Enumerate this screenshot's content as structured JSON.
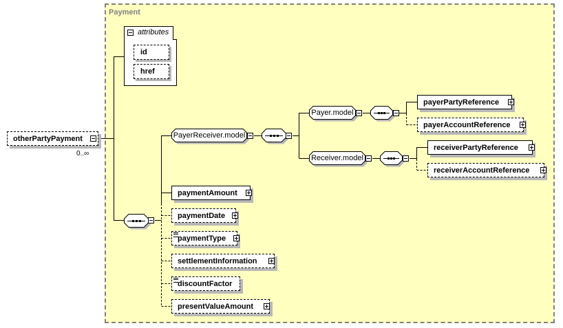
{
  "group": {
    "title": "Payment"
  },
  "attributes": {
    "label": "attributes",
    "items": [
      {
        "name": "id"
      },
      {
        "name": "href"
      }
    ]
  },
  "root": {
    "name": "otherPartyPayment",
    "occurrence": "0..∞"
  },
  "models": {
    "payer_receiver": "PayerReceiver.model",
    "payer": "Payer.model",
    "receiver": "Receiver.model"
  },
  "elements": {
    "payerPartyReference": "payerPartyReference",
    "payerAccountReference": "payerAccountReference",
    "receiverPartyReference": "receiverPartyReference",
    "receiverAccountReference": "receiverAccountReference",
    "paymentAmount": "paymentAmount",
    "paymentDate": "paymentDate",
    "paymentType": "paymentType",
    "settlementInformation": "settlementInformation",
    "discountFactor": "discountFactor",
    "presentValueAmount": "presentValueAmount"
  },
  "colors": {
    "group_bg": "#ffffc0",
    "group_border": "#808080",
    "shadow": "#b8b8b8"
  }
}
